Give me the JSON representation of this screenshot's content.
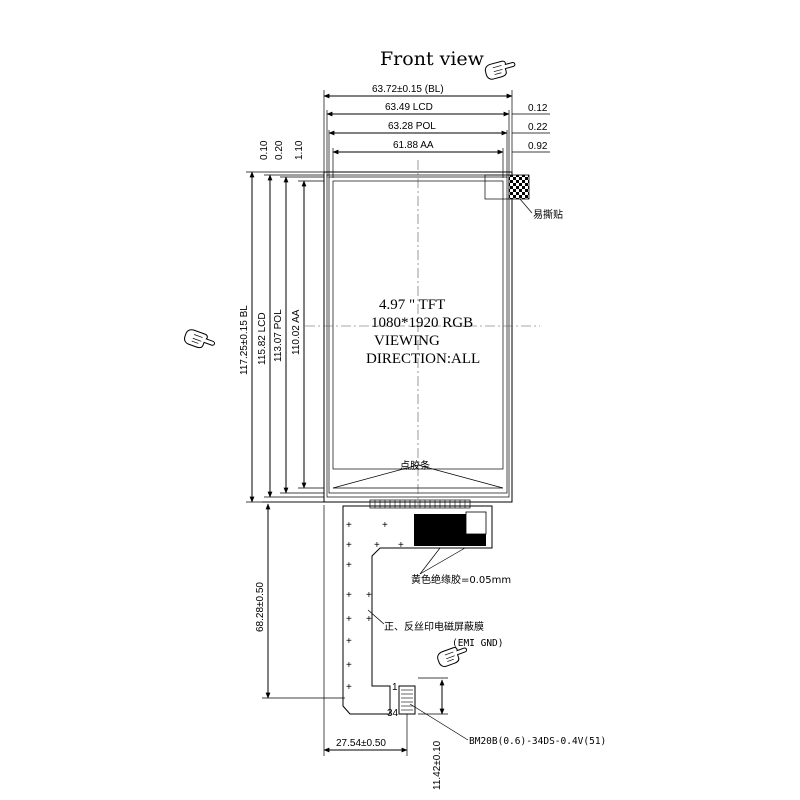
{
  "title": "Front view",
  "dimensions": {
    "top": [
      {
        "label": "63.72±0.15 (BL)"
      },
      {
        "label": "63.49 LCD",
        "side": "0.12"
      },
      {
        "label": "63.28 POL",
        "side": "0.22"
      },
      {
        "label": "61.88 AA",
        "side": "0.92"
      }
    ],
    "top_left_offsets": [
      "0.10",
      "0.20",
      "1.10"
    ],
    "left": [
      {
        "label": "117.25±0.15 BL"
      },
      {
        "label": "115.82 LCD"
      },
      {
        "label": "113.07 POL"
      },
      {
        "label": "110.02 AA"
      }
    ],
    "fpc_height": "68.28±0.50",
    "fpc_offset": "27.54±0.50",
    "connector_height": "11.42±0.10"
  },
  "panel_text": {
    "line1": "4.97 \" TFT",
    "line2": "1080*1920 RGB",
    "line3": "VIEWING",
    "line4": "DIRECTION:ALL"
  },
  "notes": {
    "tab": "易撕贴",
    "glue": "点胶条",
    "tape": "黄色绝缘胶=0.05mm",
    "emi1": "正、反丝印电磁屏蔽膜",
    "emi2": "(EMI GND)",
    "connector": "BM20B(0.6)-34DS-0.4V(51)",
    "pin1": "1",
    "pin34": "34"
  },
  "icons": [
    "pointing-hand-icon"
  ]
}
